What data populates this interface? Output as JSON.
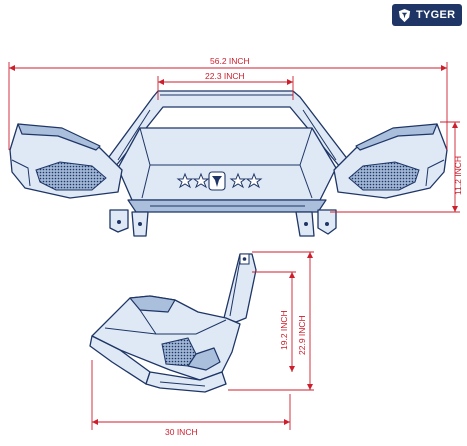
{
  "brand": {
    "name": "TYGER",
    "icon": "tyger-shield-logo"
  },
  "colors": {
    "dimension": "#cc1f2d",
    "outline": "#1e3566",
    "fill": "#dfe9f5",
    "brand_bg": "#1e3566"
  },
  "front_view": {
    "overall_width": "56.2 INCH",
    "center_width": "22.3 INCH",
    "height": "11.2 INCH"
  },
  "side_view": {
    "height_inner": "19.2 INCH",
    "height_outer": "22.9 INCH",
    "depth": "30 INCH"
  }
}
